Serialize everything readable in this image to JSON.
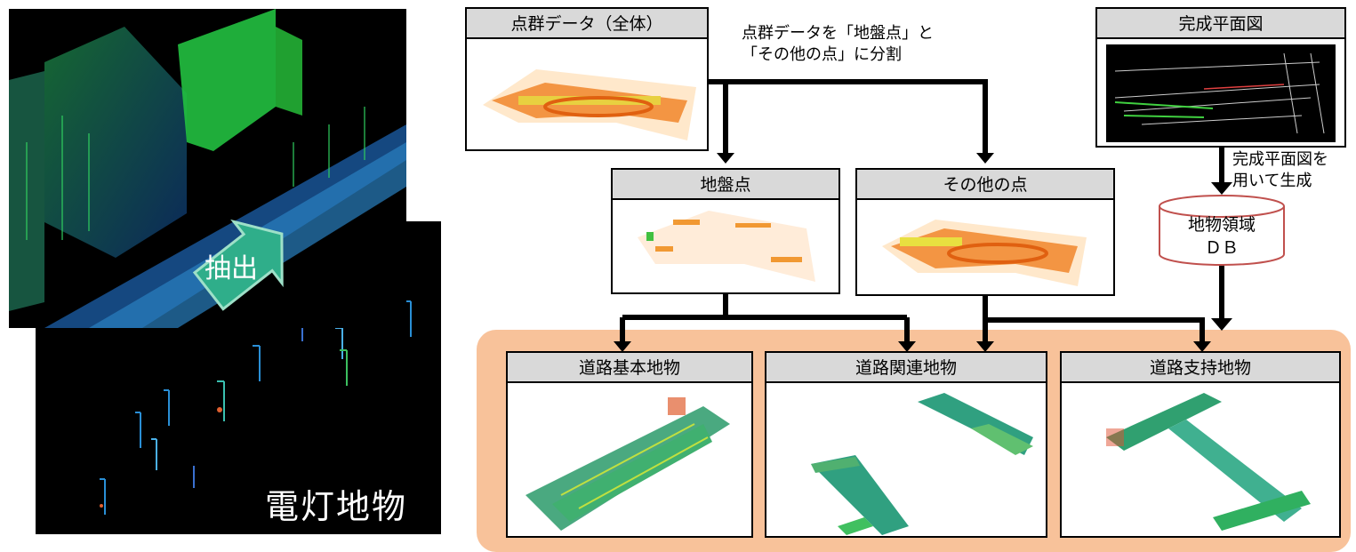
{
  "left": {
    "extract_label": "抽出",
    "lamp_label": "電灯地物"
  },
  "top_box": {
    "title": "点群データ（全体）"
  },
  "split_note": {
    "line1": "点群データを「地盤点」と",
    "line2": "「その他の点」に分割"
  },
  "ground_box": {
    "title": "地盤点"
  },
  "other_box": {
    "title": "その他の点"
  },
  "plan_box": {
    "title": "完成平面図"
  },
  "plan_note": {
    "line1": "完成平面図を",
    "line2": "用いて生成"
  },
  "db": {
    "line1": "地物領域",
    "line2": "ＤＢ"
  },
  "outputs": [
    {
      "title": "道路基本地物"
    },
    {
      "title": "道路関連地物"
    },
    {
      "title": "道路支持地物"
    }
  ],
  "colors": {
    "orange_band": "#f8c29a",
    "title_bar": "#d9d9d9",
    "arrow": "#000000",
    "extract_arrow": "#2fae8a",
    "db_border": "#c0504d"
  }
}
